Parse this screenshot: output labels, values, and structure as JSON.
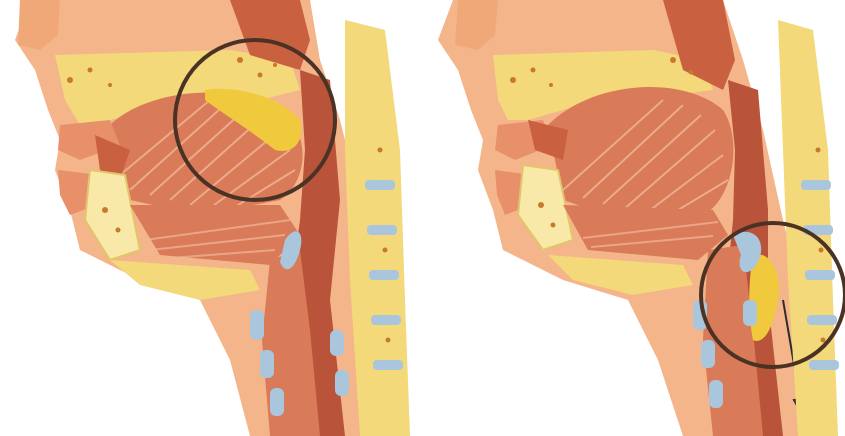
{
  "diagram": {
    "panels": [
      {
        "id": "mouth-stage",
        "highlight": "soft-palate-and-tongue-back"
      },
      {
        "id": "pharynx-stage",
        "highlight": "epiglottis-and-larynx"
      }
    ],
    "colors": {
      "background": "#ffffff",
      "skin": "#f4b58a",
      "muscle": "#d97a58",
      "muscle_dark": "#b9533a",
      "muscle_stripe": "#f0b89a",
      "fat": "#f3d97a",
      "fat_light": "#f8e9a8",
      "bone_dot": "#c8792c",
      "food_bolus": "#f1c93c",
      "cartilage": "#a9c6dd",
      "circle": "#4a3224",
      "arrow": "#2d2d2d"
    }
  }
}
